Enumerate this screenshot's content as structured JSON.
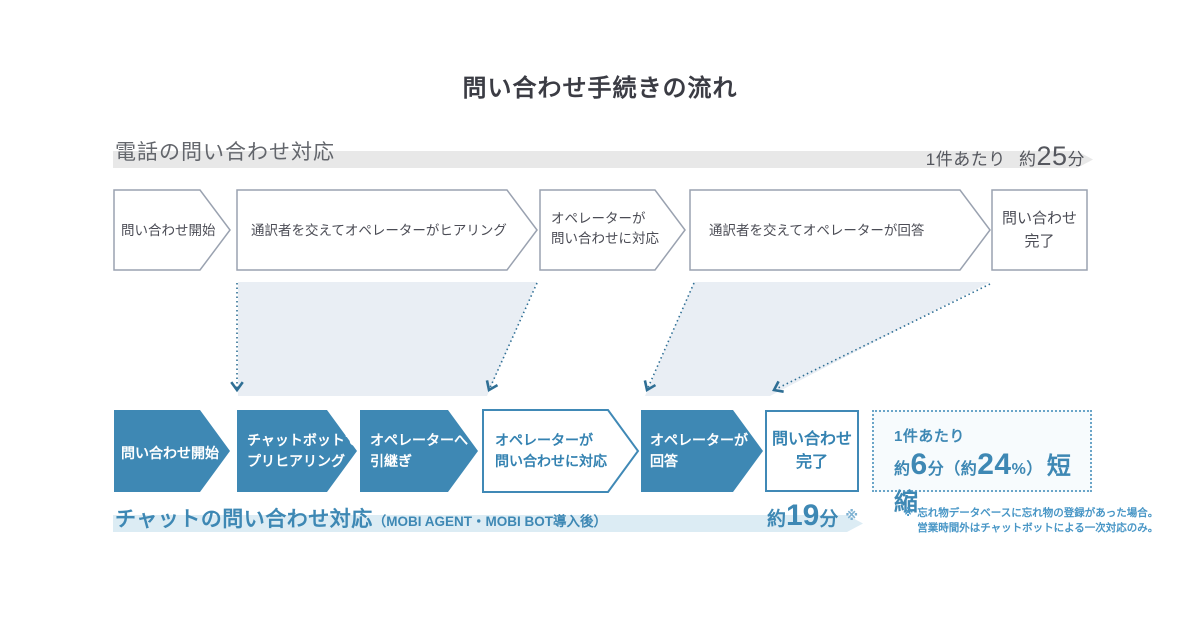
{
  "title": "問い合わせ手続きの流れ",
  "phone": {
    "header": "電話の問い合わせ対応",
    "time": {
      "label": "1件あたり",
      "approx": "約",
      "value": "25",
      "unit": "分"
    },
    "steps": [
      {
        "line1": "問い合わせ開始",
        "line2": ""
      },
      {
        "line1": "通訳者を交えてオペレーターがヒアリング",
        "line2": ""
      },
      {
        "line1": "オペレーターが",
        "line2": "問い合わせに対応"
      },
      {
        "line1": "通訳者を交えてオペレーターが回答",
        "line2": ""
      },
      {
        "line1": "問い合わせ",
        "line2": "完了"
      }
    ]
  },
  "chat": {
    "header": "チャットの問い合わせ対応",
    "header_note": "（MOBI AGENT・MOBI BOT導入後）",
    "time": {
      "approx": "約",
      "value": "19",
      "unit": "分",
      "asterisk": "※"
    },
    "steps": [
      {
        "line1": "問い合わせ開始",
        "line2": ""
      },
      {
        "line1": "チャットボットで",
        "line2": "プリヒアリング"
      },
      {
        "line1": "オペレーターへ",
        "line2": "引継ぎ"
      },
      {
        "line1": "オペレーターが",
        "line2": "問い合わせに対応"
      },
      {
        "line1": "オペレーターが",
        "line2": "回答"
      },
      {
        "line1": "問い合わせ",
        "line2": "完了"
      }
    ],
    "savings": {
      "line1": "1件あたり",
      "approx": "約",
      "minutes": "6",
      "minutes_unit": "分",
      "paren_open": "（約",
      "percent": "24",
      "paren_close": "%）",
      "suffix": "短縮"
    },
    "footnote": {
      "mark": "※",
      "line1": "忘れ物データベースに忘れ物の登録があった場合。",
      "line2": "営業時間外はチャットボットによる一次対応のみ。"
    }
  },
  "colors": {
    "accent_blue": "#3e88b4",
    "light_blue_ribbon": "#dcecf4",
    "gray_ribbon": "#e8e8e8",
    "trapezoid_fill": "#e9eef4",
    "dotted_arrow": "#2f6f95",
    "gray_border": "#9aa2b0"
  }
}
